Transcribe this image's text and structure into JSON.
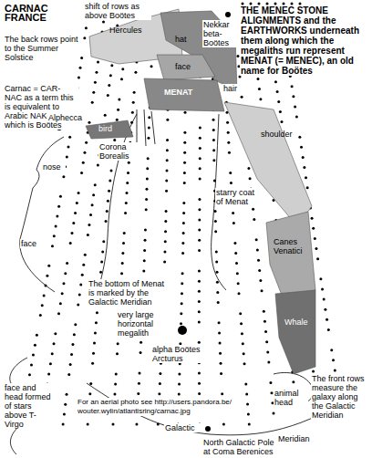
{
  "diagram": {
    "title": "THE MENEC STONE ALIGNMENTS and the EARTHWORKS underneath them along which the megaliths run represent MENAT (= MENEC), an old name for Boötes",
    "nodes": [
      {
        "text": [
          "Hercules"
        ]
      },
      {
        "text": [
          "hat"
        ]
      },
      {
        "text": [
          "face"
        ]
      },
      {
        "text": [
          "MENAT"
        ]
      },
      {
        "text": [
          "bird"
        ]
      },
      {
        "text": [
          "shoulder"
        ]
      },
      {
        "text": [
          "Canes Venatici"
        ]
      },
      {
        "text": [
          "Whale"
        ]
      }
    ],
    "labels": [
      "CARNAC FRANCE",
      "shift of rows as above Boötes",
      "Nekkar beta-Boötes",
      "The back rows point to the Summer Solstice",
      "Carnac = CAR-NAC as a term this is equivalent to Arabic NAK-KAR which is Boötes",
      "hair",
      "Alphecca",
      "Corona Borealis",
      "nose",
      "face",
      "The bottom of Menat is marked by the Galactic Meridian",
      "very large horizontal megalith",
      "alpha Boötes Arcturus",
      "starry coat of Menat",
      "animal head",
      "face and head formed of stars above T-Virgo",
      "For an aerial photo see http://users.pandora.be/ wouter.wylin/atlantisring/carnac.jpg",
      "Galactic",
      "North Galactic Pole at Coma Berenices",
      "Meridian",
      "The front rows measure the galaxy along the Galactic Meridian"
    ]
  }
}
